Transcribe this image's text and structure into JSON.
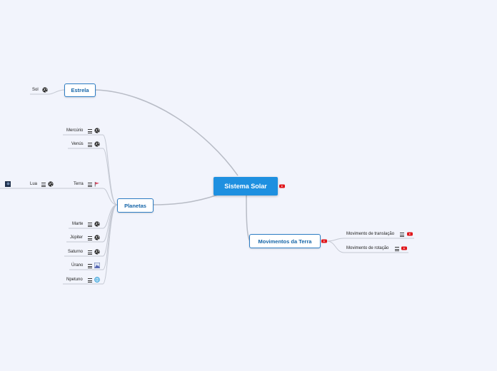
{
  "central": {
    "label": "Sistema Solar"
  },
  "branches": {
    "estrela": {
      "label": "Estrela",
      "children": {
        "sol": "Sol"
      }
    },
    "planetas": {
      "label": "Planetas",
      "children": {
        "mercurio": "Mercúrio",
        "venus": "Venús",
        "terra": "Terra",
        "lua": "Lua",
        "marte": "Marte",
        "jupiter": "Júpiter",
        "saturno": "Saturno",
        "urano": "Úrano",
        "netuno": "Npetuno"
      }
    },
    "movimentos": {
      "label": "Movimentos da Terra",
      "children": {
        "translacao": "Movimento de translação",
        "rotacao": "Movimento de rotação"
      }
    }
  },
  "colors": {
    "central": "#1e90e0",
    "border": "#2d7dc4",
    "text": "#1565a8",
    "connector": "#b8bcc6",
    "video": "#e0161b",
    "background": "#f2f4fc"
  }
}
